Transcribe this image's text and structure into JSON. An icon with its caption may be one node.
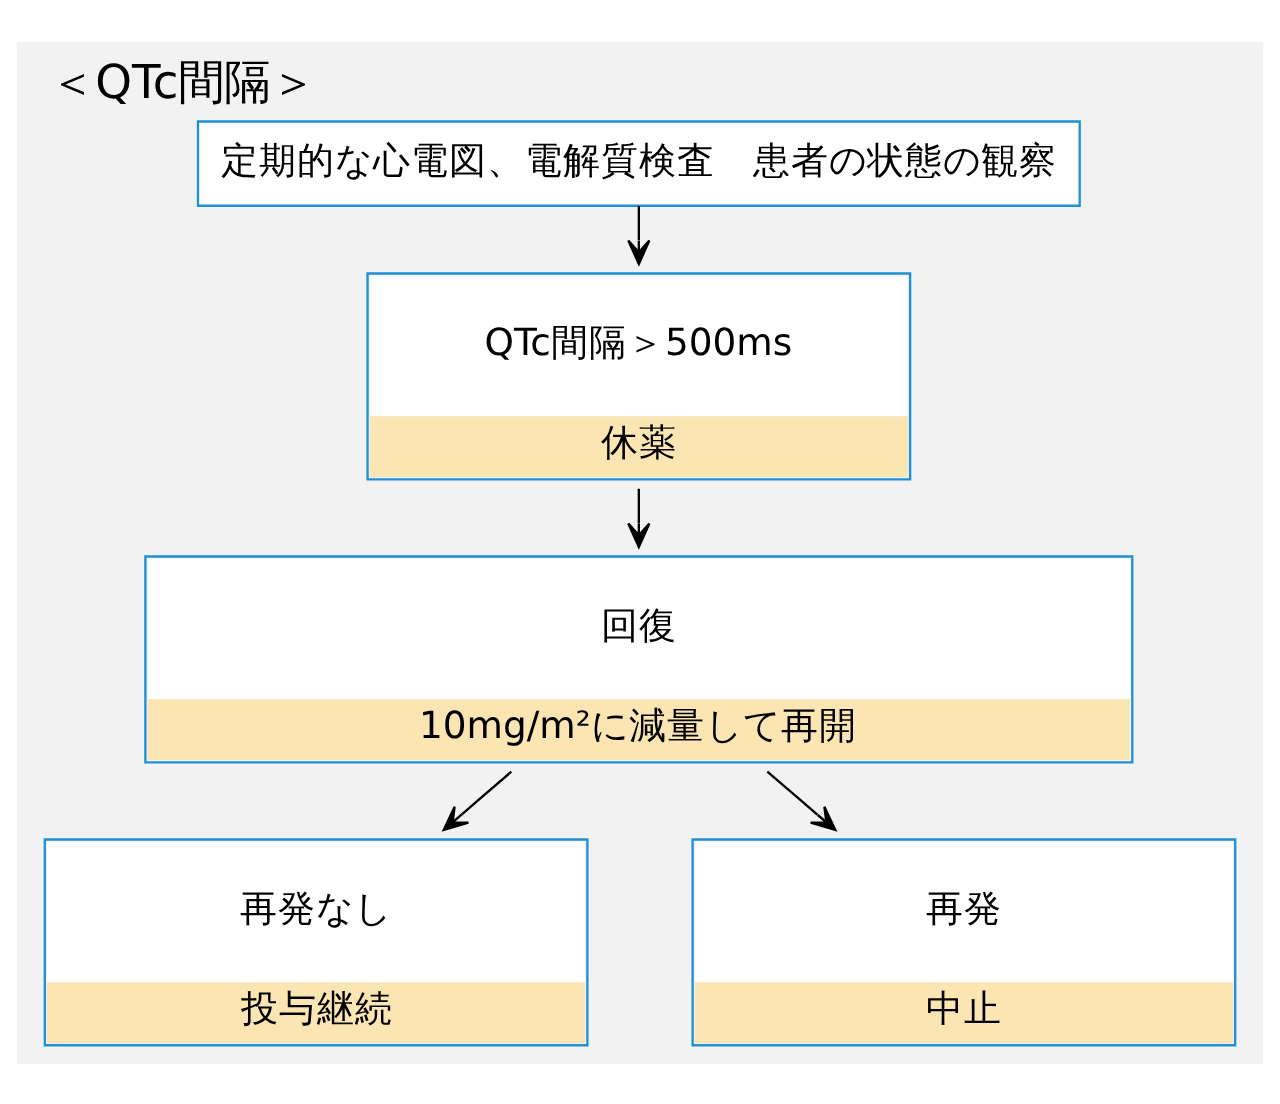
{
  "diagram": {
    "title": "＜QTc間隔＞",
    "nodes": [
      {
        "text": [
          "定期的な心電図、電解質検査　患者の状態の観察"
        ]
      },
      {
        "text": [
          "QTc間隔＞500ms",
          "休薬"
        ]
      },
      {
        "text": [
          "回復",
          "10mg/m²に減量して再開"
        ]
      },
      {
        "text": [
          "再発なし",
          "投与継続"
        ]
      },
      {
        "text": [
          "再発",
          "中止"
        ]
      }
    ],
    "edges": [
      {
        "from": 0,
        "to": 1,
        "arrow": "to"
      },
      {
        "from": 1,
        "to": 2,
        "arrow": "to"
      },
      {
        "from": 2,
        "to": 3,
        "arrow": "to"
      },
      {
        "from": 2,
        "to": 4,
        "arrow": "to"
      }
    ]
  }
}
